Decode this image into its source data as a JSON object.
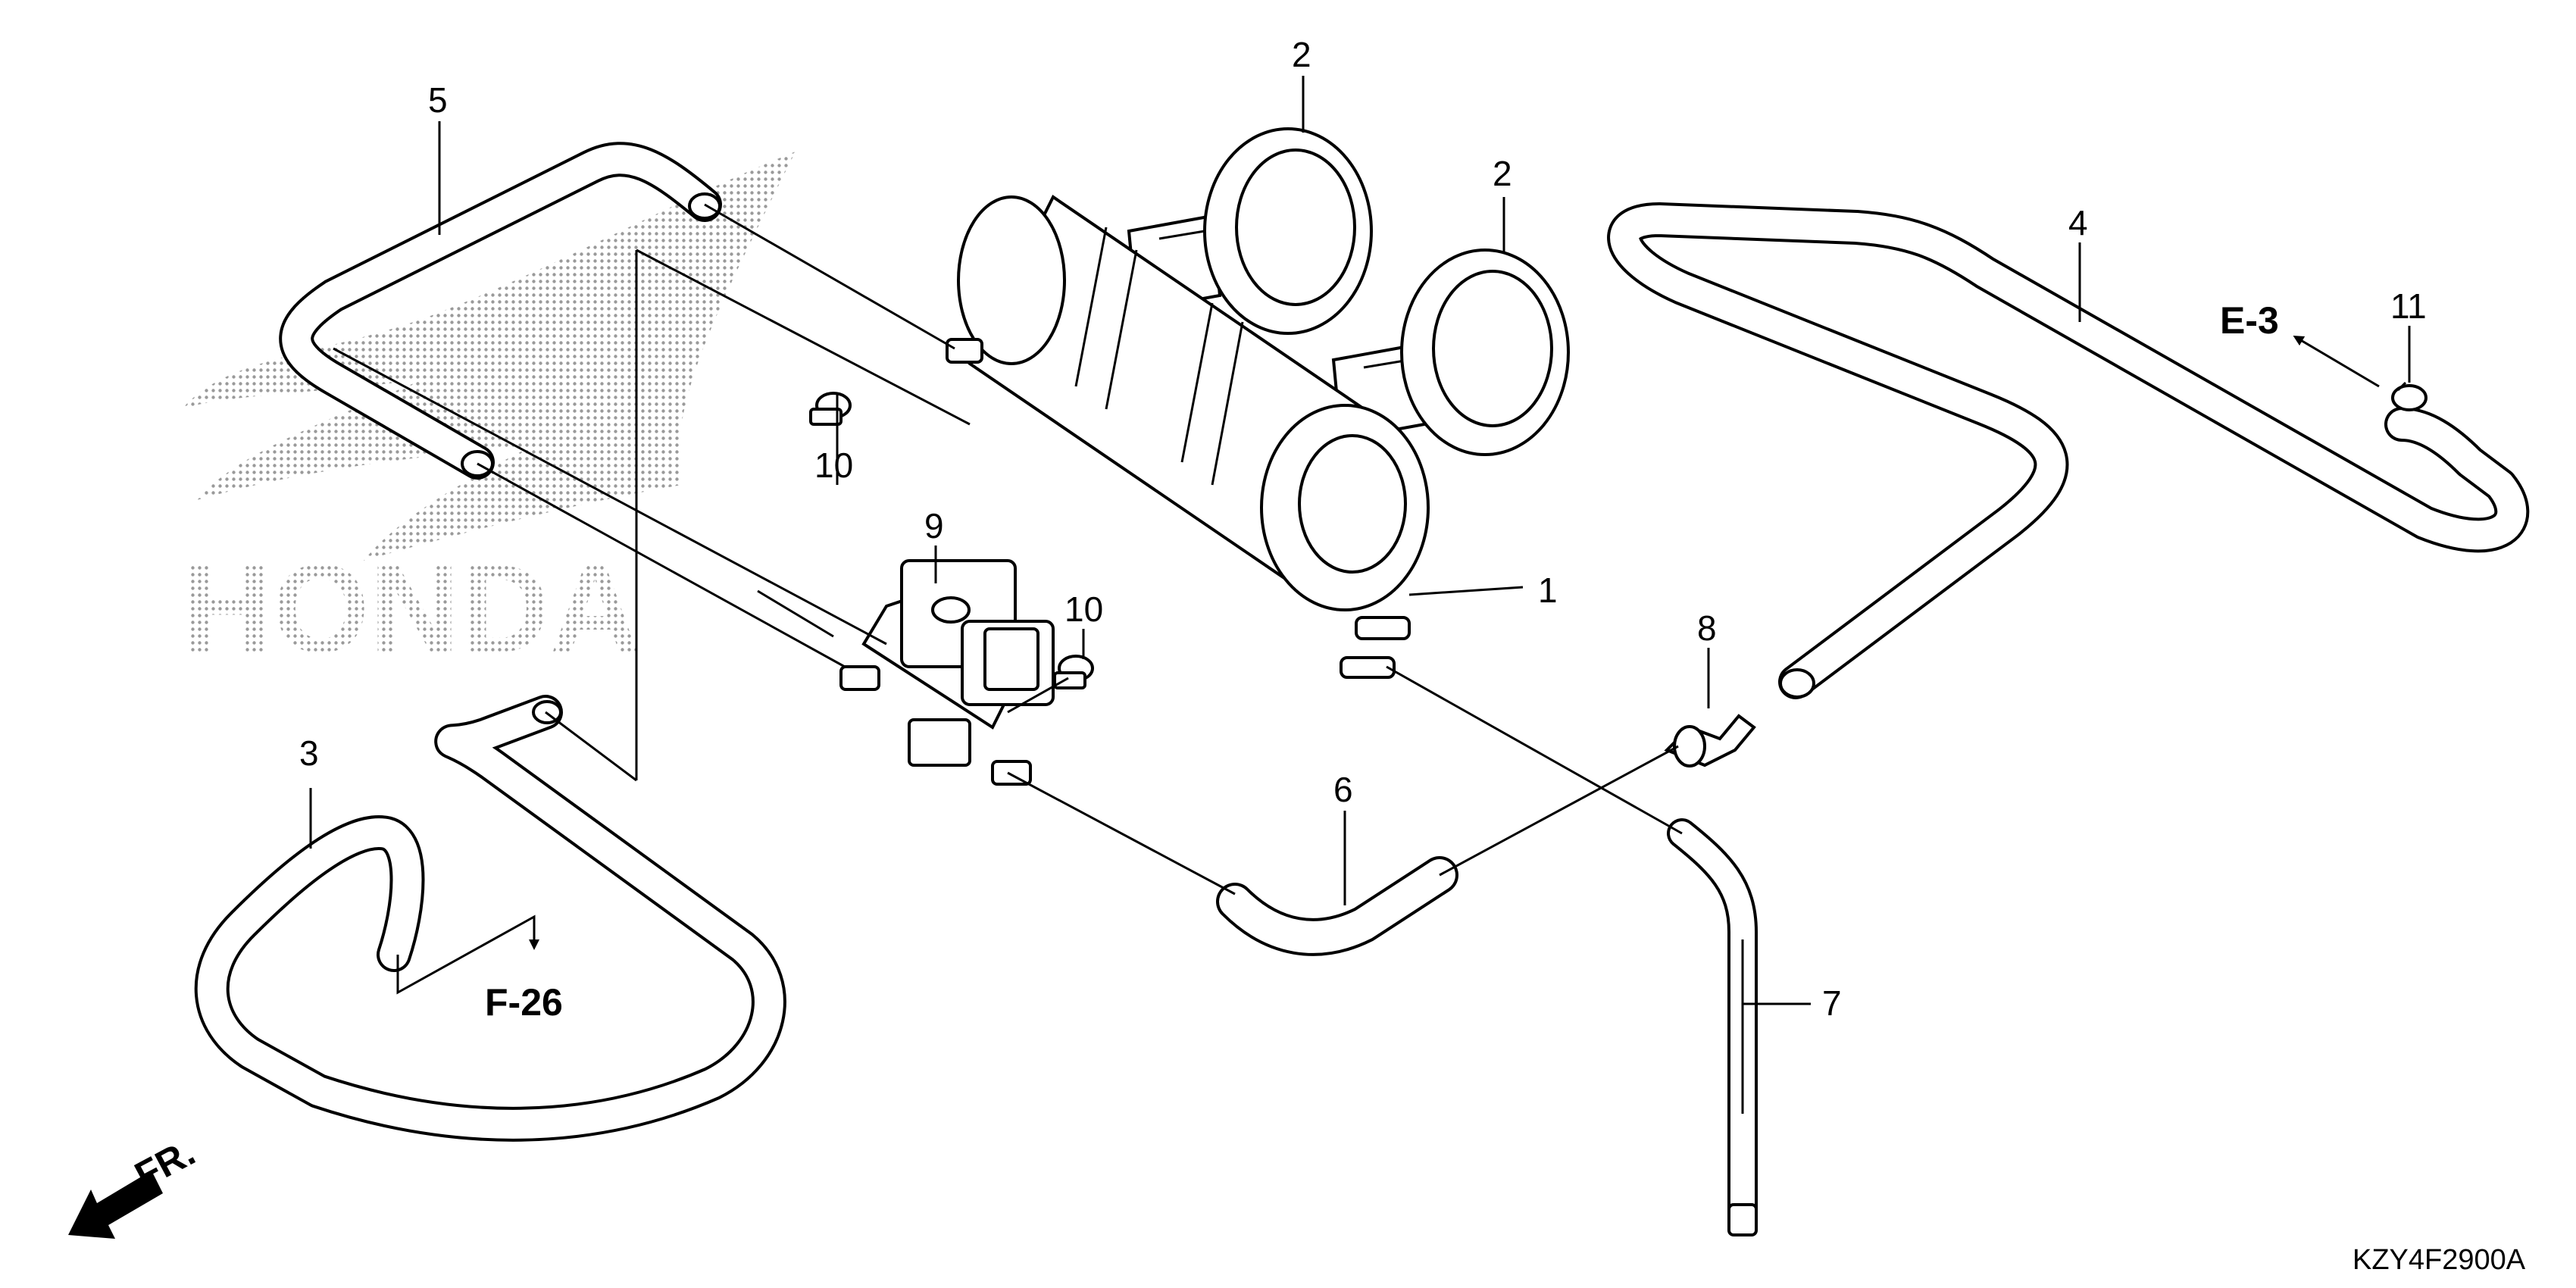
{
  "diagram_code": "KZY4F2900A",
  "watermark_text": "HONDA",
  "front_indicator": "FR.",
  "references": {
    "e3": "E-3",
    "f26": "F-26"
  },
  "callouts": [
    {
      "key": "c1",
      "label": "1"
    },
    {
      "key": "c2a",
      "label": "2"
    },
    {
      "key": "c2b",
      "label": "2"
    },
    {
      "key": "c3",
      "label": "3"
    },
    {
      "key": "c4",
      "label": "4"
    },
    {
      "key": "c5",
      "label": "5"
    },
    {
      "key": "c6",
      "label": "6"
    },
    {
      "key": "c7",
      "label": "7"
    },
    {
      "key": "c8",
      "label": "8"
    },
    {
      "key": "c9",
      "label": "9"
    },
    {
      "key": "c10a",
      "label": "10"
    },
    {
      "key": "c10b",
      "label": "10"
    },
    {
      "key": "c11",
      "label": "11"
    }
  ],
  "colors": {
    "line": "#000000",
    "background": "#ffffff",
    "watermark": "#b8b8b8"
  }
}
